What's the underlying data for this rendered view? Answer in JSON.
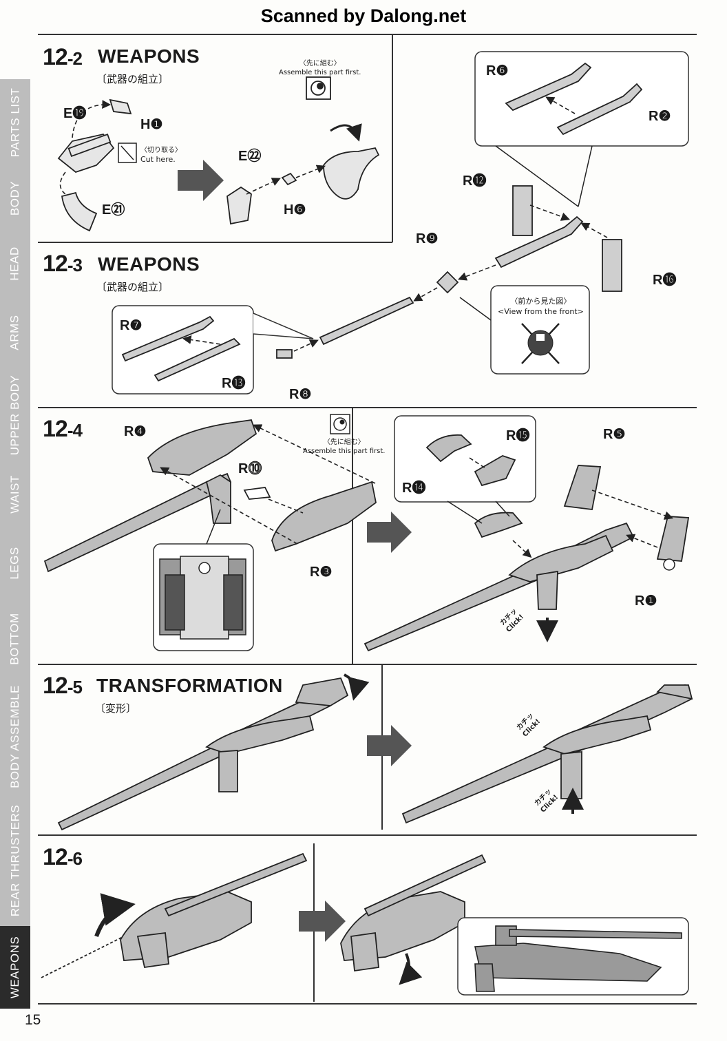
{
  "header": "Scanned by Dalong.net",
  "page_number": "15",
  "sidebar": {
    "items": [
      "PARTS LIST",
      "BODY",
      "HEAD",
      "ARMS",
      "UPPER BODY",
      "WAIST",
      "LEGS",
      "BOTTOM",
      "BODY ASSEMBLE",
      "REAR THRUSTERS",
      "WEAPONS"
    ],
    "active": "WEAPONS"
  },
  "steps": {
    "s122": {
      "num": "12",
      "sub": "-2",
      "title": "WEAPONS",
      "subtitle": "〔武器の組立〕"
    },
    "s123": {
      "num": "12",
      "sub": "-3",
      "title": "WEAPONS",
      "subtitle": "〔武器の組立〕"
    },
    "s124": {
      "num": "12",
      "sub": "-4"
    },
    "s125": {
      "num": "12",
      "sub": "-5",
      "title": "TRANSFORMATION",
      "subtitle": "〔変形〕"
    },
    "s126": {
      "num": "12",
      "sub": "-6"
    }
  },
  "notes": {
    "assemble_first_jp": "〈先に組む〉",
    "assemble_first_en": "Assemble this part first.",
    "cut_jp": "〈切り取る〉",
    "cut_en": "Cut here.",
    "front_view_jp": "〈前から見た図〉",
    "front_view_en": "<View from the front>",
    "click": "Click!",
    "click_jp": "カチッ"
  },
  "part_labels": {
    "e19": "E⓳",
    "h1": "H❶",
    "e21": "E㉑",
    "e22": "E㉒",
    "h6": "H❻",
    "r6": "R❻",
    "r2": "R❷",
    "r12": "R⓬",
    "r9": "R❾",
    "r16": "R⓰",
    "r7": "R❼",
    "r13": "R⓭",
    "r8": "R❽",
    "r4": "R❹",
    "r10": "R⓾",
    "r3": "R❸",
    "r15": "R⓯",
    "r14": "R⓮",
    "r5": "R❺",
    "r1": "R❶"
  }
}
